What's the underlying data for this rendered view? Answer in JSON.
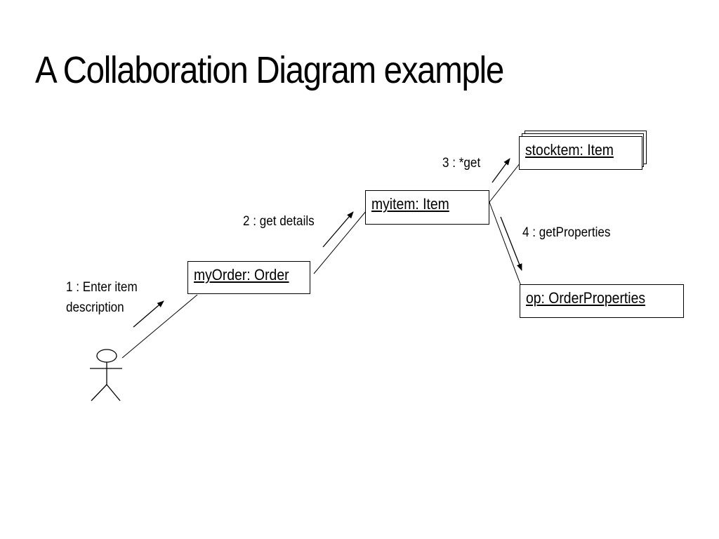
{
  "title": "A Collaboration Diagram example",
  "objects": {
    "my_order": "myOrder: Order",
    "my_item": "myitem: Item",
    "stock_item": "stocktem: Item",
    "order_properties": "op: OrderProperties"
  },
  "messages": {
    "m1_line1": "1 : Enter item",
    "m1_line2": "description",
    "m2": "2 : get details",
    "m3": "3 : *get",
    "m4": "4 : getProperties"
  }
}
